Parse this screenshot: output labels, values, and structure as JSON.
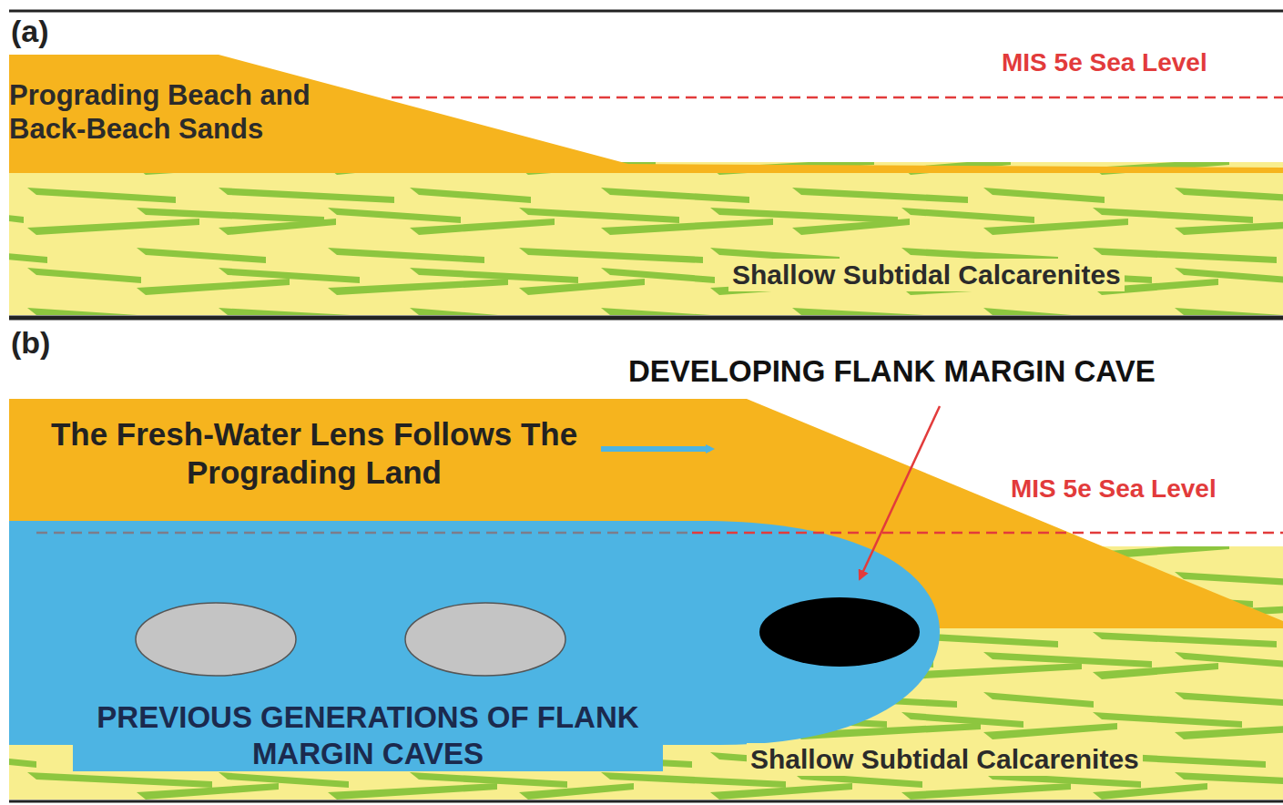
{
  "diagram": {
    "labels": [
      "(a)",
      "Prograding Beach and Back-Beach Sands",
      "MIS 5e Sea Level",
      "Shallow Subtidal Calcarenites",
      "(b)",
      "DEVELOPING FLANK MARGIN CAVE",
      "The Fresh-Water Lens Follows The Prograding Land",
      "MIS 5e Sea Level",
      "PREVIOUS GENERATIONS OF FLANK MARGIN CAVES",
      "Shallow Subtidal Calcarenites"
    ]
  }
}
